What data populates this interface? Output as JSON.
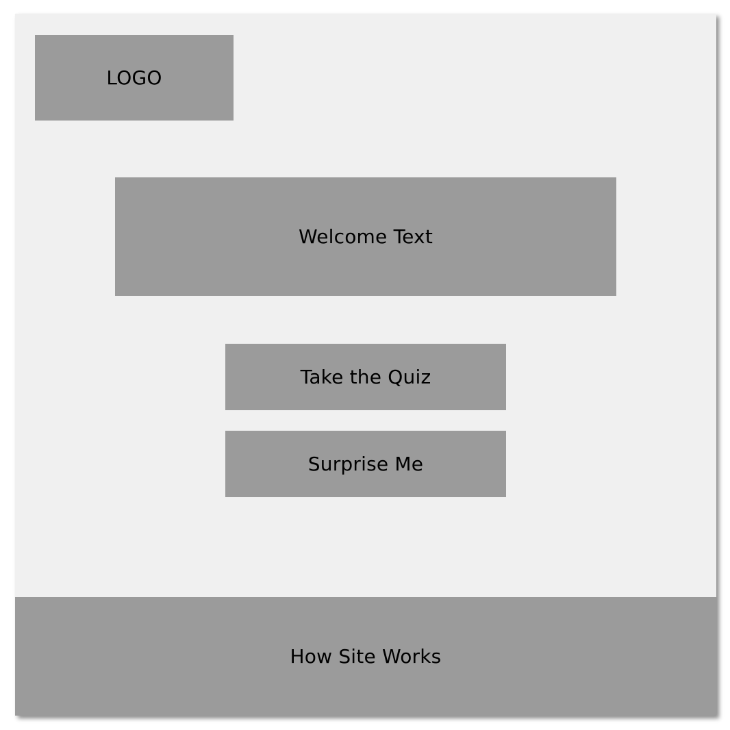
{
  "header": {
    "logo_label": "LOGO"
  },
  "main": {
    "welcome_text": "Welcome Text",
    "quiz_button_label": "Take the Quiz",
    "surprise_button_label": "Surprise Me"
  },
  "footer": {
    "label": "How Site Works"
  },
  "colors": {
    "page_background": "#f0f0f0",
    "placeholder_block": "#9b9b9b",
    "text": "#000000"
  }
}
